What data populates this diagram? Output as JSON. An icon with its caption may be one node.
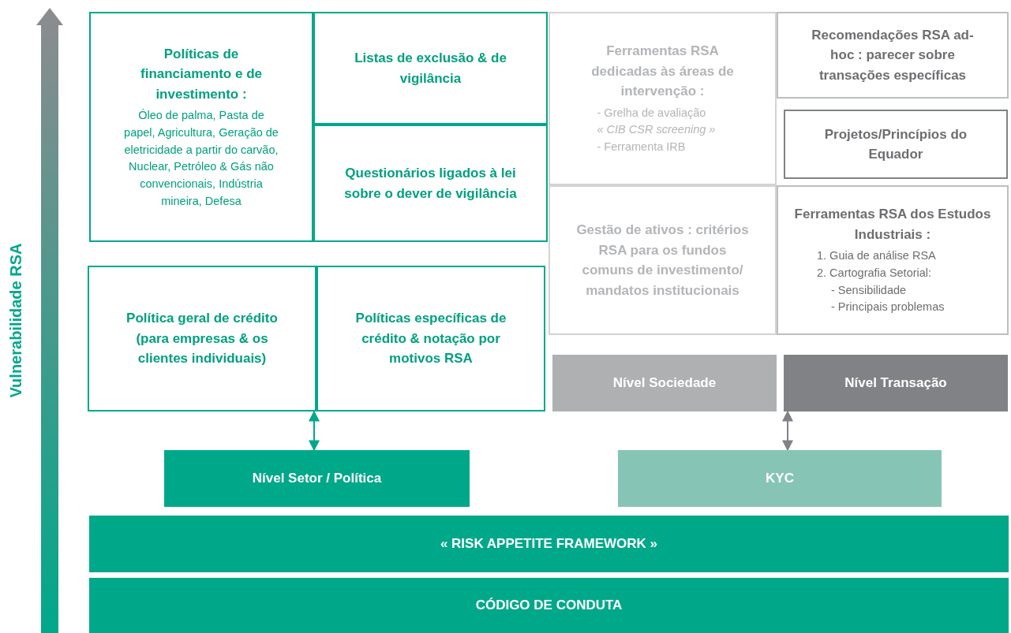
{
  "diagram": {
    "nodes": [
      {
        "text": [
          "Políticas de financiamento e de investimento :",
          "Óleo de palma, Pasta de papel, Agricultura, Geração de eletricidade a partir do carvão, Nuclear, Petróleo & Gás não convencionais, Indústria mineira, Defesa"
        ]
      },
      {
        "text": [
          "Listas de exclusão & de vigilância"
        ]
      },
      {
        "text": [
          "Questionários ligados à lei sobre o dever de vigilância"
        ]
      },
      {
        "text": [
          "Política geral de crédito (para empresas & os clientes individuais)"
        ]
      },
      {
        "text": [
          "Políticas específicas de crédito & notação por motivos RSA"
        ]
      },
      {
        "text": [
          "Ferramentas RSA dedicadas às áreas de intervenção :",
          "- Grelha de avaliação",
          "« CIB CSR screening »",
          "- Ferramenta IRB"
        ]
      },
      {
        "text": [
          "Gestão de ativos : critérios RSA para os fundos comuns de investimento/ mandatos institucionais"
        ]
      },
      {
        "text": [
          "Recomendações RSA ad-hoc : parecer sobre transações específicas"
        ]
      },
      {
        "text": [
          "Projetos/Princípios do Equador"
        ]
      },
      {
        "text": [
          "Ferramentas RSA dos Estudos Industriais :",
          "1. Guia de análise RSA",
          "2. Cartografia Setorial:",
          "- Sensibilidade",
          "- Principais problemas"
        ]
      },
      {
        "text": [
          "Nível Sociedade"
        ]
      },
      {
        "text": [
          "Nível Transação"
        ]
      },
      {
        "text": [
          "Nível Setor / Política"
        ]
      },
      {
        "text": [
          "KYC"
        ]
      },
      {
        "text": [
          "« RISK APPETITE FRAMEWORK »"
        ]
      },
      {
        "text": [
          "CÓDIGO DE CONDUTA"
        ]
      }
    ],
    "edges": [
      {
        "from": 12,
        "to": 3,
        "arrow": "both",
        "color": "#00a88a"
      },
      {
        "from": 13,
        "to": 11,
        "arrow": "both",
        "color": "#808285"
      }
    ],
    "labels": [
      "Vulnerabilidade RSA"
    ]
  }
}
